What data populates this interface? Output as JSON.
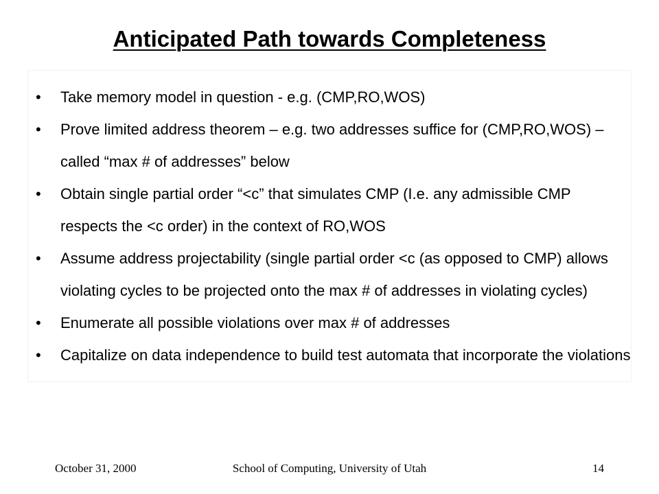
{
  "slide": {
    "title": "Anticipated Path towards Completeness",
    "bullet_symbol": "•",
    "bullets": [
      "Take memory model in question - e.g. (CMP,RO,WOS)",
      "Prove limited address theorem – e.g. two addresses suffice for (CMP,RO,WOS) – called “max # of addresses” below",
      "Obtain single partial order “<c” that simulates CMP (I.e. any admissible CMP respects the <c order) in the context of RO,WOS",
      "Assume address projectability (single partial order <c (as opposed to CMP) allows violating cycles to be projected onto the max # of addresses in violating cycles)",
      "Enumerate all possible violations over max # of addresses",
      "Capitalize on data independence to build test automata that incorporate the violations"
    ]
  },
  "footer": {
    "date": "October 31, 2000",
    "organization": "School of Computing, University of Utah",
    "page_number": "14"
  }
}
